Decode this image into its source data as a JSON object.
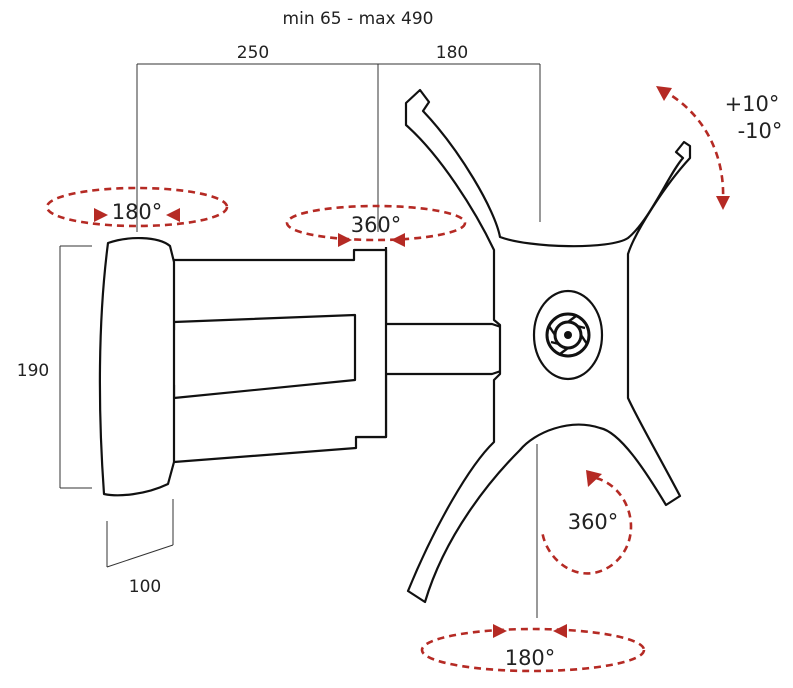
{
  "dimensions": {
    "extension": "min 65 - max  490",
    "first_arm": "250",
    "second_arm": "180",
    "plate_height": "190",
    "plate_depth": "100"
  },
  "rotations": {
    "wall_swivel": "180°",
    "arm_swivel": "360°",
    "tilt_up": "+10°",
    "tilt_down": "-10°",
    "rotation": "360°",
    "head_swivel": "180°"
  },
  "colors": {
    "outline": "#111111",
    "dimension_lines": "#333333",
    "motion_arrows": "#b52a24"
  }
}
